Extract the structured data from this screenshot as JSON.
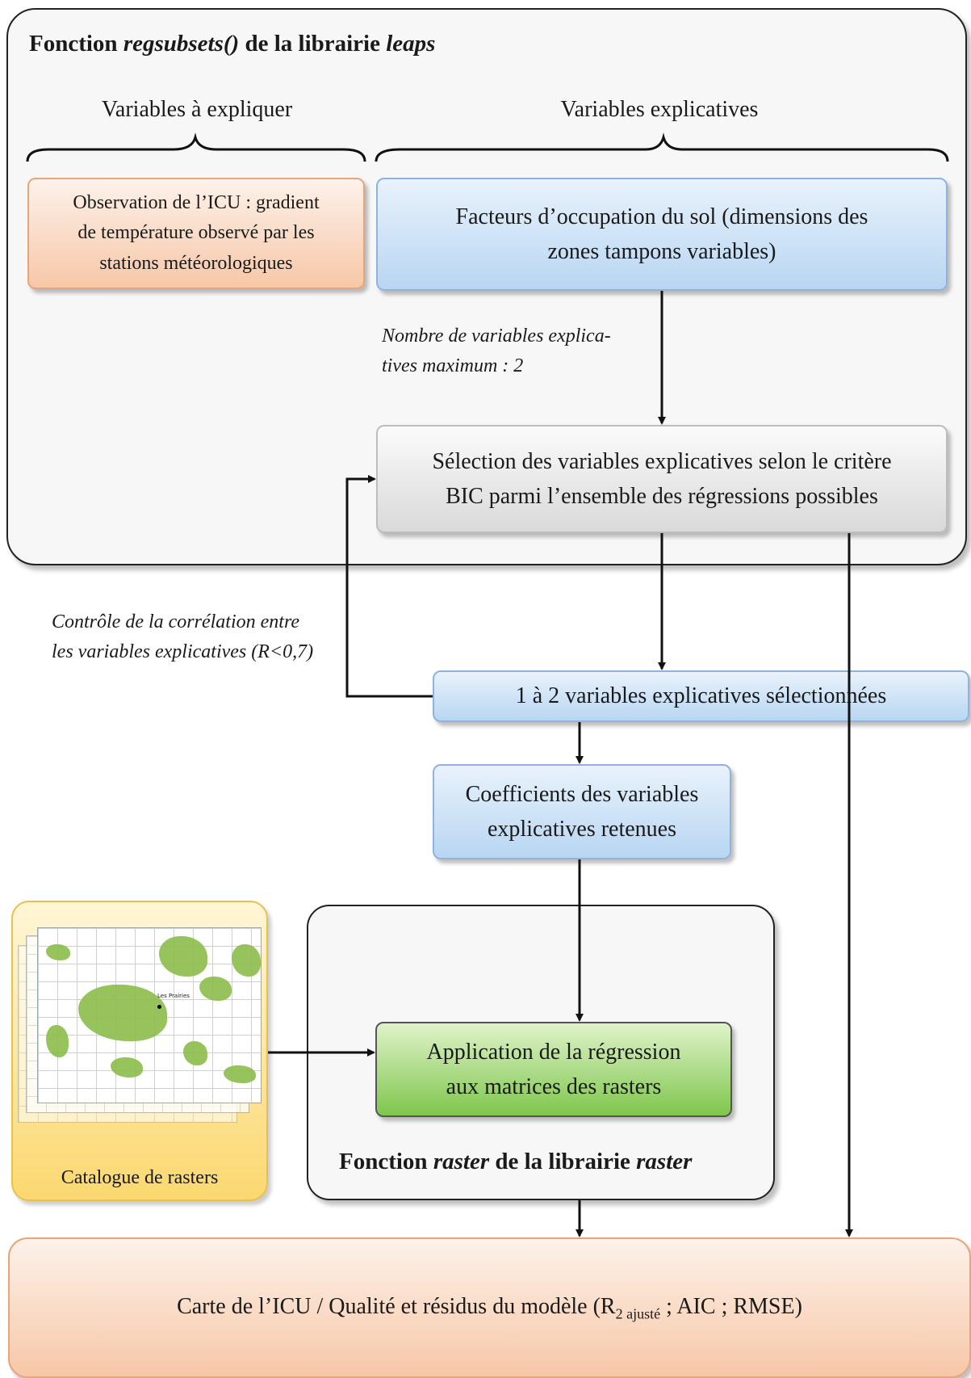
{
  "regsubsets_group": {
    "title_prefix": "Fonction ",
    "title_fn": "regsubsets()",
    "title_mid": " de la librairie ",
    "title_lib": "leaps"
  },
  "headings": {
    "explained": "Variables à expliquer",
    "explanatory": "Variables explicatives"
  },
  "boxes": {
    "observation": [
      "Observation de l’ICU : gradient",
      "de température observé par les",
      "stations météorologiques"
    ],
    "factors": [
      "Facteurs d’occupation du sol (dimensions des",
      "zones tampons variables)"
    ],
    "selection": [
      "Sélection des variables explicatives selon le critère",
      "BIC parmi l’ensemble des régressions possibles"
    ],
    "selected": "1 à 2 variables explicatives sélectionnées",
    "coefficients": [
      "Coefficients des variables",
      "explicatives retenues"
    ],
    "application": [
      "Application de la régression",
      "aux matrices des rasters"
    ],
    "result_prefix": "Carte de l’ICU / Qualité et résidus du modèle (R",
    "result_sub": "2 ajusté",
    "result_suffix": " ; AIC ; RMSE)"
  },
  "notes": {
    "max_vars": [
      "Nombre de variables explica-",
      "tives maximum : 2"
    ],
    "correlation": [
      "Contrôle de la corrélation entre",
      "les variables explicatives (R<0,7)"
    ]
  },
  "raster_group": {
    "title_prefix": "Fonction ",
    "title_fn": "raster",
    "title_mid": " de la librairie ",
    "title_lib": "raster"
  },
  "catalogue": {
    "caption": "Catalogue de rasters",
    "map_label": "Les Prairies"
  },
  "colors": {
    "orange": "#f7c7a7",
    "blue": "#b8d6f2",
    "gray": "#d9d9d9",
    "green": "#7fc64d",
    "yellow": "#fbd870"
  }
}
